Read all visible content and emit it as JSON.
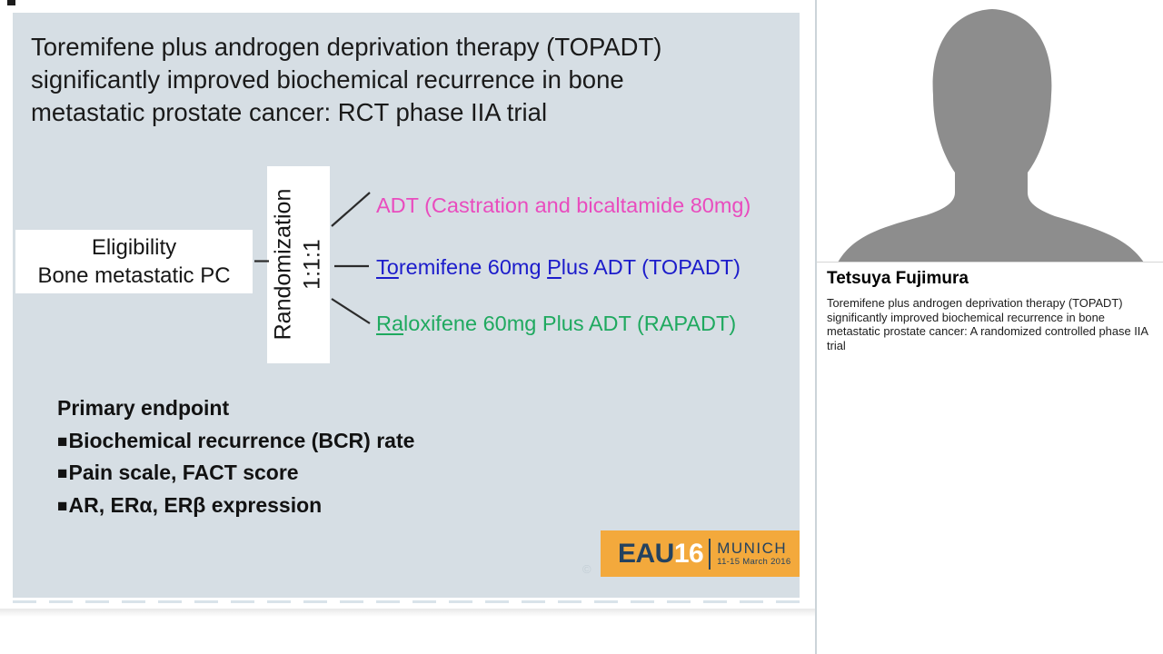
{
  "slide": {
    "title_lines": [
      "Toremifene plus androgen deprivation therapy (TOPADT)",
      "significantly improved biochemical recurrence in bone",
      "metastatic prostate cancer: RCT phase IIA trial"
    ],
    "eligibility": {
      "line1": "Eligibility",
      "line2": "Bone metastatic PC"
    },
    "randomization": {
      "line1": "Randomization",
      "line2": "1:1:1"
    },
    "arms": [
      {
        "id": "adt",
        "color": "#e94cbe",
        "segments": [
          {
            "text": "ADT (Castration and bicaltamide 80mg)",
            "underline": false
          }
        ]
      },
      {
        "id": "topadt",
        "color": "#1c1ccb",
        "segments": [
          {
            "text": "To",
            "underline": true
          },
          {
            "text": "remifene 60mg ",
            "underline": false
          },
          {
            "text": "P",
            "underline": true
          },
          {
            "text": "lus ADT (TOPADT)",
            "underline": false
          }
        ]
      },
      {
        "id": "rapadt",
        "color": "#1fa95f",
        "segments": [
          {
            "text": "Ra",
            "underline": true
          },
          {
            "text": "loxifene 60mg Plus ADT (RAPADT)",
            "underline": false
          }
        ]
      }
    ],
    "endpoints": {
      "heading": "Primary endpoint",
      "bullet": "■",
      "items": [
        "Biochemical recurrence (BCR) rate",
        "Pain scale, FACT score",
        "AR, ERα, ERβ expression"
      ]
    },
    "logo": {
      "org": "EAU",
      "year": "16",
      "city": "MUNICH",
      "dates": "11-15 March 2016",
      "bg_color": "#f3a93c",
      "navy_color": "#24425f"
    },
    "watermark": "©",
    "bg_color": "#d6dee4"
  },
  "speaker": {
    "name": "Tetsuya Fujimura",
    "description": "Toremifene plus androgen deprivation therapy (TOPADT) significantly improved biochemical recurrence in bone metastatic prostate cancer: A randomized controlled phase IIA trial",
    "avatar_icon": "person-silhouette",
    "avatar_color": "#8d8d8d"
  }
}
